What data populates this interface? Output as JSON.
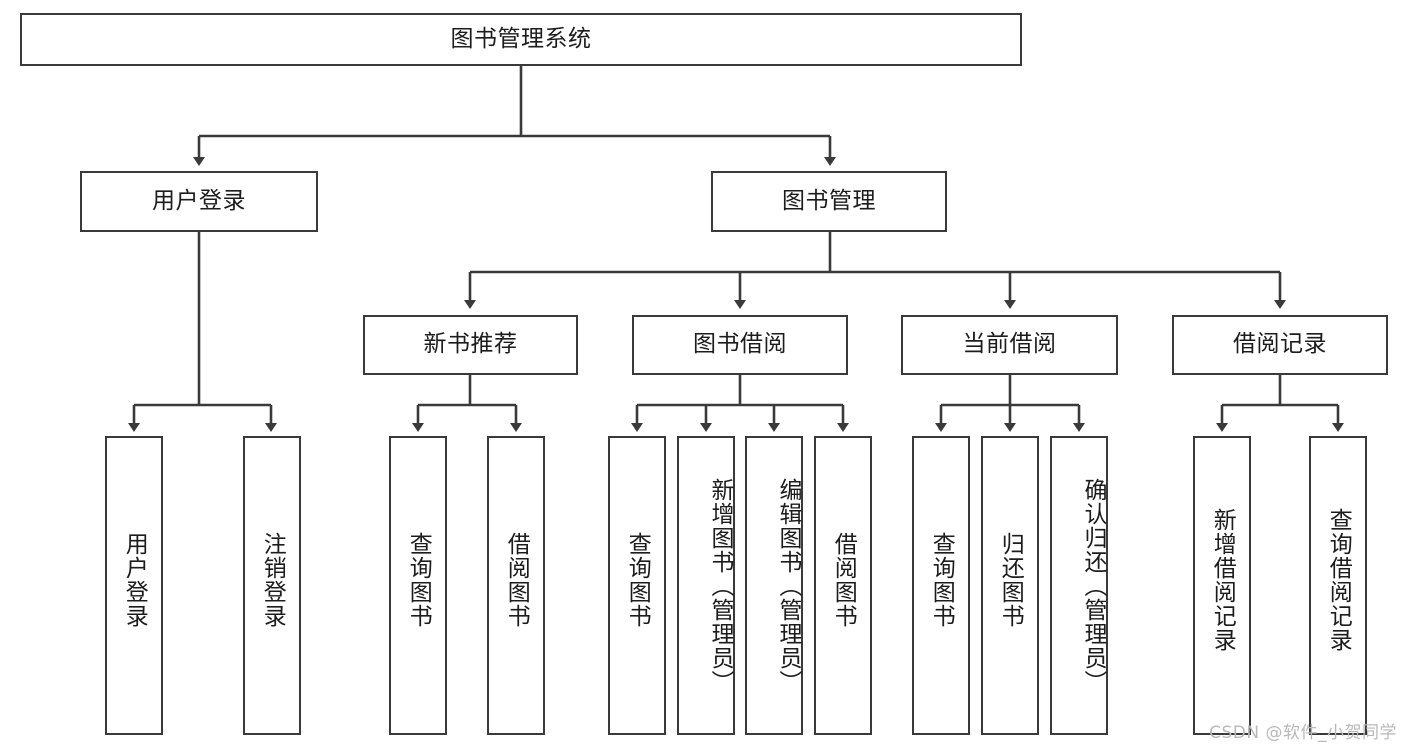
{
  "diagram": {
    "title": "图书管理系统",
    "type": "tree",
    "watermark": "CSDN @软件_小贺同学",
    "colors": {
      "border": "#3a3a3a",
      "text": "#1c1c1c",
      "background": "#ffffff",
      "edge": "#3a3a3a",
      "watermark": "#b9b9b9"
    },
    "root": {
      "label": "图书管理系统"
    },
    "level2": [
      {
        "label": "用户登录"
      },
      {
        "label": "图书管理"
      }
    ],
    "level3": [
      {
        "label": "新书推荐"
      },
      {
        "label": "图书借阅"
      },
      {
        "label": "当前借阅"
      },
      {
        "label": "借阅记录"
      }
    ],
    "leaves": [
      {
        "label": "用户登录",
        "parent": "用户登录"
      },
      {
        "label": "注销登录",
        "parent": "用户登录"
      },
      {
        "label": "查询图书",
        "parent": "新书推荐"
      },
      {
        "label": "借阅图书",
        "parent": "新书推荐"
      },
      {
        "label": "查询图书",
        "parent": "图书借阅"
      },
      {
        "label": "新增图书（管理员）",
        "parent": "图书借阅"
      },
      {
        "label": "编辑图书（管理员）",
        "parent": "图书借阅"
      },
      {
        "label": "借阅图书",
        "parent": "图书借阅"
      },
      {
        "label": "查询图书",
        "parent": "当前借阅"
      },
      {
        "label": "归还图书",
        "parent": "当前借阅"
      },
      {
        "label": "确认归还（管理员）",
        "parent": "当前借阅"
      },
      {
        "label": "新增借阅记录",
        "parent": "借阅记录"
      },
      {
        "label": "查询借阅记录",
        "parent": "借阅记录"
      }
    ]
  }
}
